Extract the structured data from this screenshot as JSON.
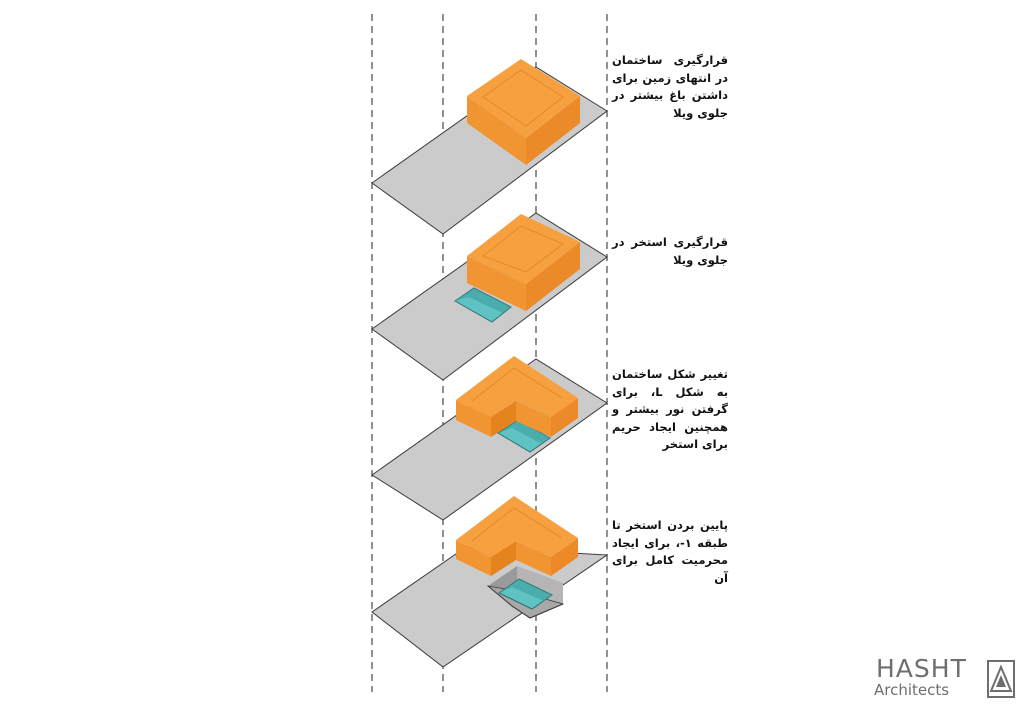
{
  "steps": [
    {
      "text": "قرارگیری ساختمان در انتهای زمین برای داشتن باغ بیشتر در جلوی ویلا"
    },
    {
      "text": "قرارگیری استخر در جلوی ویلا"
    },
    {
      "text": "تغییر شکل ساختمان به شکل L، برای گرفتن نور بیشتر و همچنین ایجاد حریم برای استخر"
    },
    {
      "text": "پایین بردن استخر تا طبقه ۱-، برای ایجاد محرمیت کامل برای آن"
    }
  ],
  "brand": {
    "name": "HASHT",
    "sub": "Architects"
  },
  "colors": {
    "plot": "#cbcbcb",
    "plot_edge": "#3a3a3a",
    "building_top": "#f7a040",
    "building_left": "#f19533",
    "building_right": "#ec8a29",
    "pool": "#5ec3c2",
    "guide_line": "#555555",
    "brand": "#6d6e70"
  }
}
